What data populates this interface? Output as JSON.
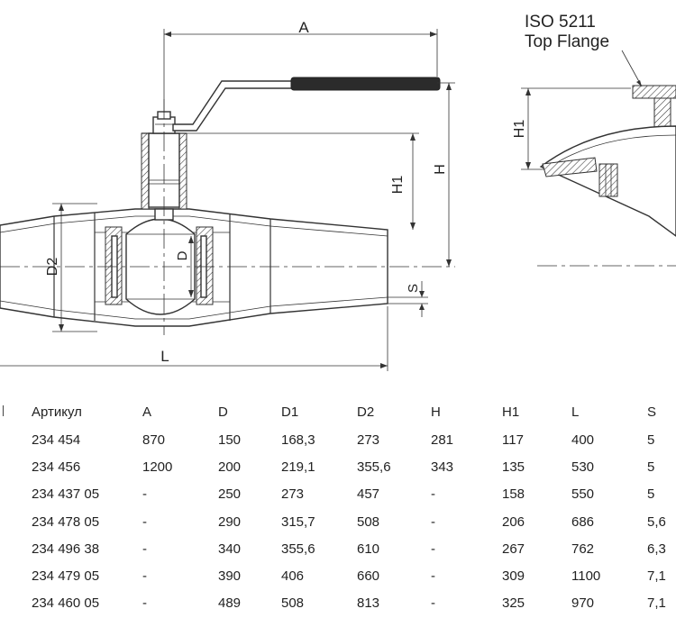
{
  "drawing": {
    "labels": {
      "a": "A",
      "h": "H",
      "h1": "H1",
      "d": "D",
      "d2": "D2",
      "l": "L",
      "s": "S",
      "side_h1": "H1"
    },
    "callout": {
      "line1": "ISO 5211",
      "line2": "Top Flange"
    }
  },
  "table": {
    "columns": [
      "Артикул",
      "A",
      "D",
      "D1",
      "D2",
      "H",
      "H1",
      "L",
      "S"
    ],
    "rows": [
      [
        "234 454",
        "870",
        "150",
        "168,3",
        "273",
        "281",
        "117",
        "400",
        "5"
      ],
      [
        "234 456",
        "1200",
        "200",
        "219,1",
        "355,6",
        "343",
        "135",
        "530",
        "5"
      ],
      [
        "234 437 05",
        "-",
        "250",
        "273",
        "457",
        "-",
        "158",
        "550",
        "5"
      ],
      [
        "234 478 05",
        "-",
        "290",
        "315,7",
        "508",
        "-",
        "206",
        "686",
        "5,6"
      ],
      [
        "234 496 38",
        "-",
        "340",
        "355,6",
        "610",
        "-",
        "267",
        "762",
        "6,3"
      ],
      [
        "234 479 05",
        "-",
        "390",
        "406",
        "660",
        "-",
        "309",
        "1100",
        "7,1"
      ],
      [
        "234 460 05",
        "-",
        "489",
        "508",
        "813",
        "-",
        "325",
        "970",
        "7,1"
      ]
    ]
  }
}
